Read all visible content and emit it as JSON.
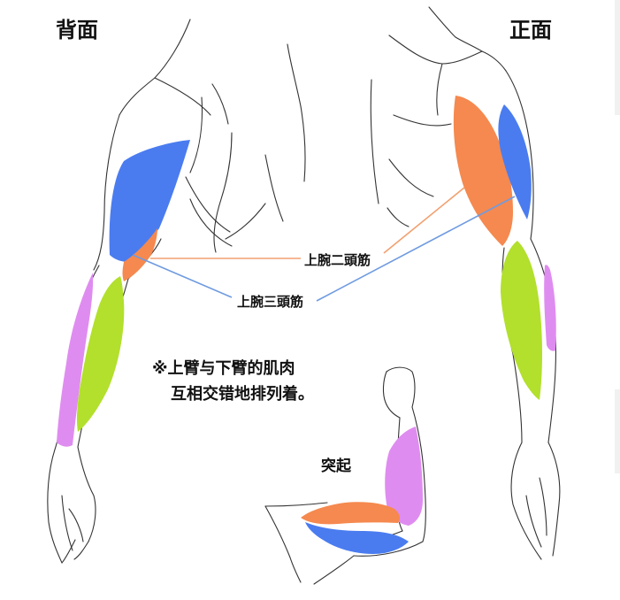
{
  "titles": {
    "back": "背面",
    "front": "正面"
  },
  "labels": {
    "biceps": "上腕二頭筋",
    "triceps": "上腕三頭筋",
    "bulge": "突起"
  },
  "note": {
    "line1": "※上臂与下臂的肌肉",
    "line2": "互相交错地排列着。"
  },
  "colors": {
    "blue": "#4a7cf0",
    "orange": "#f5894f",
    "pink": "#df8cf0",
    "green": "#b2e02c",
    "line_orange": "#f2a070",
    "line_blue": "#6f9be0",
    "sketch": "#333333"
  }
}
